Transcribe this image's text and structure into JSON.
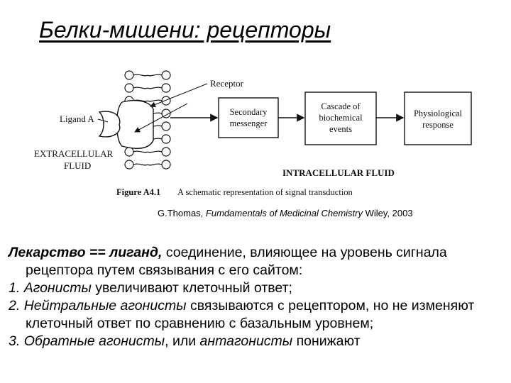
{
  "slide": {
    "title": "Белки-мишени: рецепторы"
  },
  "figure": {
    "labels": {
      "receptor": "Receptor",
      "ligand": "Ligand A",
      "extracellular_1": "EXTRACELLULAR",
      "extracellular_2": "FLUID",
      "intracellular": "INTRACELLULAR FLUID"
    },
    "boxes": [
      {
        "line1": "Secondary",
        "line2": "messenger"
      },
      {
        "line1": "Cascade of",
        "line2": "biochemical",
        "line3": "events"
      },
      {
        "line1": "Physiological",
        "line2": "response"
      }
    ],
    "caption_label": "Figure A4.1",
    "caption_text": "A schematic representation of signal transduction"
  },
  "citation": {
    "author": "G.Thomas,",
    "book": "Fumdamentals of Medicinal Chemistry",
    "publisher": "Wiley, 2003"
  },
  "body": {
    "intro_term": "Лекарство == лиганд,",
    "intro_text": "соединение, влияющее на уровень сигнала рецептора путем связывания с его сайтом:",
    "items": [
      {
        "num": "1.",
        "term": "Агонисты",
        "text": "увеличивают клеточный ответ;"
      },
      {
        "num": "2.",
        "term": "Нейтральные агонисты",
        "text": "связываются с рецептором, но не изменяют клеточный ответ по сравнению с базальным уровнем;"
      },
      {
        "num": "3.",
        "term": "Обратные агонисты",
        "text": ", или",
        "term2": "антагонисты",
        "text2": "понижают"
      }
    ]
  }
}
